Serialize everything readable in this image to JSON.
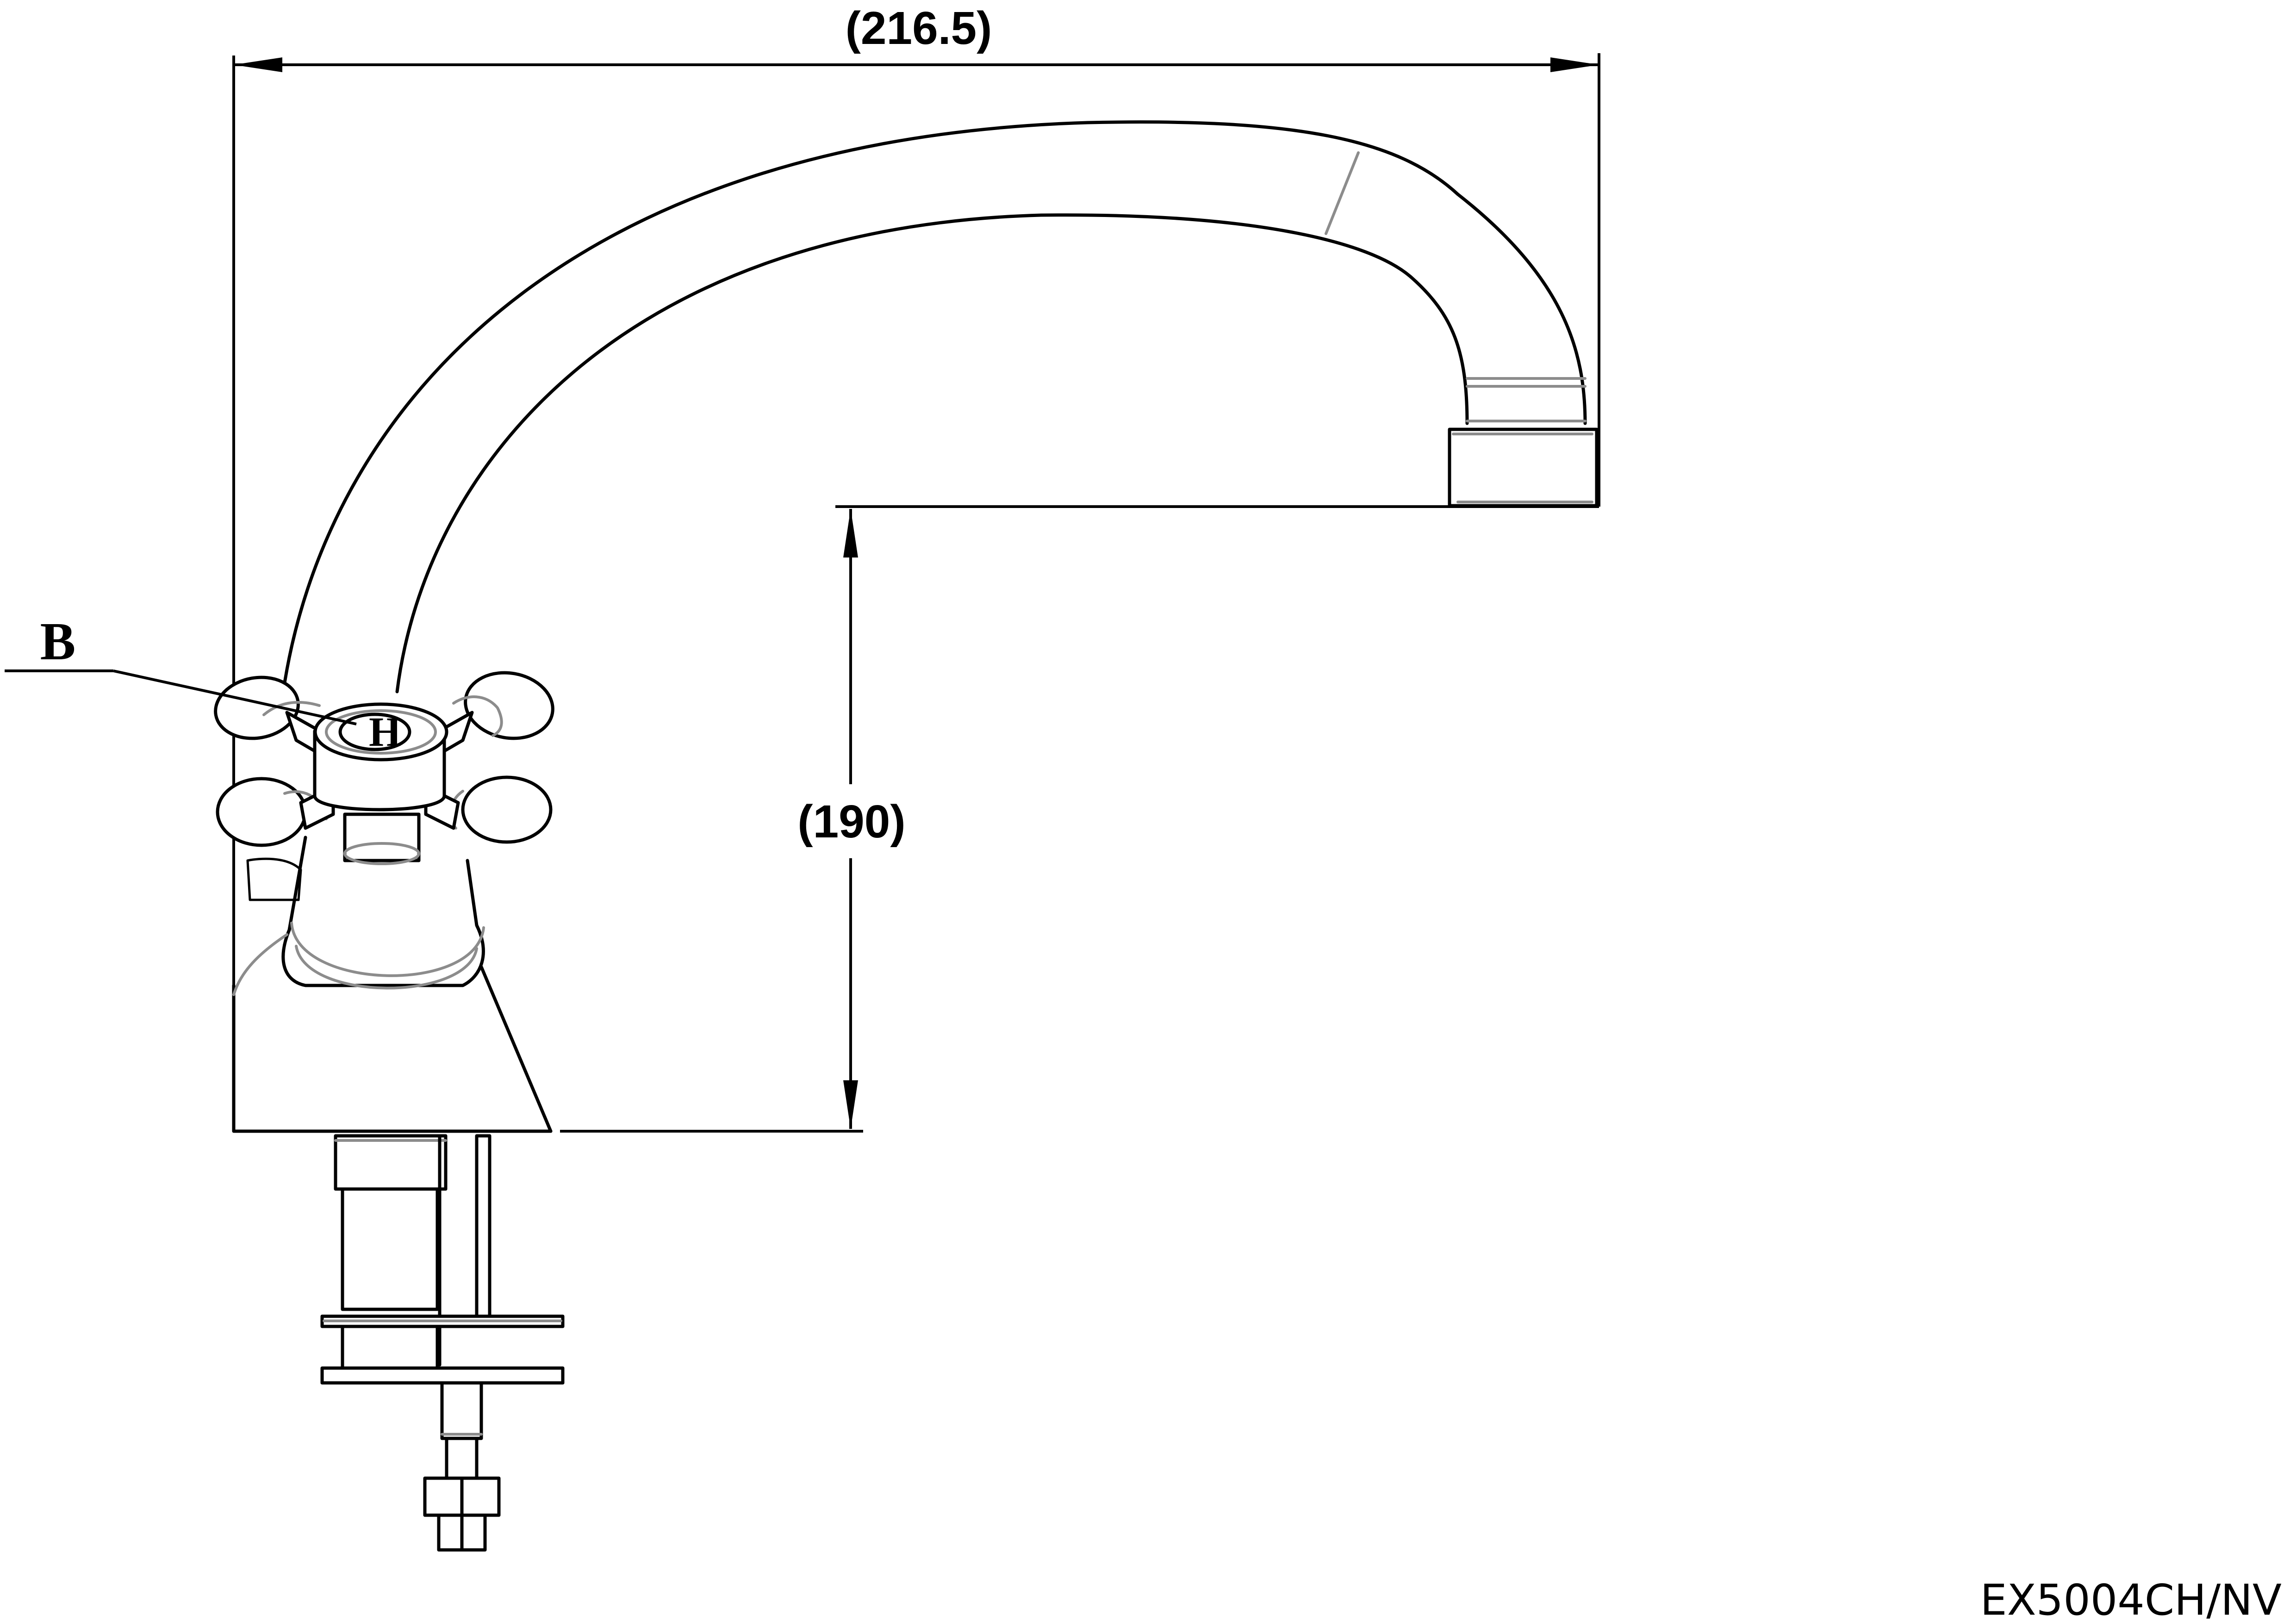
{
  "dimensions": {
    "width_label": "(216.5)",
    "height_label": "(190)"
  },
  "callout": {
    "label": "B"
  },
  "handle": {
    "marking": "H"
  },
  "model_number": "EX5004CH/NV"
}
